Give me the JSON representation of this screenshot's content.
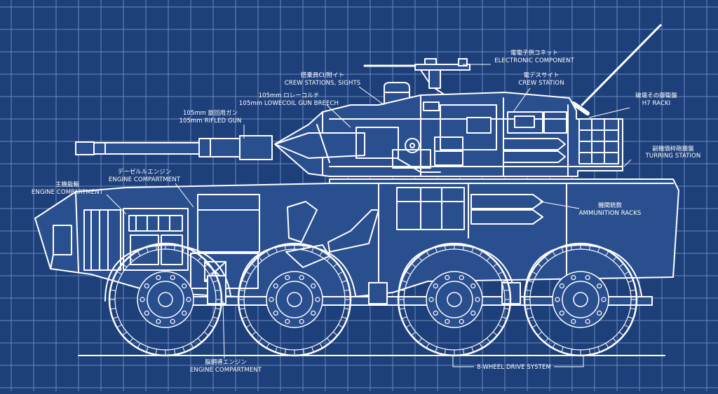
{
  "colors": {
    "background": "#1d3f7a",
    "grid": "#6b89bf",
    "line": "#ffffff",
    "shade": "#2a4f8f"
  },
  "labels": {
    "gun": {
      "jp": "105mm 旋回用ガン",
      "en": "105mm RIFLED GUN"
    },
    "breech": {
      "jp": "105mm ロレーコルチ",
      "en": "105mm LOWECOIL GUN BREECH"
    },
    "crew_sights": {
      "jp": "搭乗員CI/附イト",
      "en": "CREW STATIONS, SIGHTS"
    },
    "electronic": {
      "jp": "電電子供コネット",
      "en": "ELECTRONIC COMPONENT"
    },
    "crew_station": {
      "jp": "電デスサイト",
      "en": "CREW STATION"
    },
    "h7_rack": {
      "jp": "破壊その御衛盤",
      "en": "H7 RACKI"
    },
    "turring": {
      "jp": "副機価枠砲搬盤",
      "en": "TURRING STATION"
    },
    "ammo": {
      "jp": "機関銃数",
      "en": "AMMUNITION RACKS"
    },
    "engine_upper": {
      "jp": "デーゼルルエンジン",
      "en": "ENGINE COMPARTMENT"
    },
    "engine_left": {
      "jp": "主機能輸",
      "en": "ENGINE COMPARTMENT"
    },
    "engine_bottom": {
      "jp": "脳鋼導エンジン",
      "en": "ENGINE COMPARTMENT"
    },
    "drive": {
      "en": "8-WHEEL DRIVE SYSTEM"
    }
  }
}
